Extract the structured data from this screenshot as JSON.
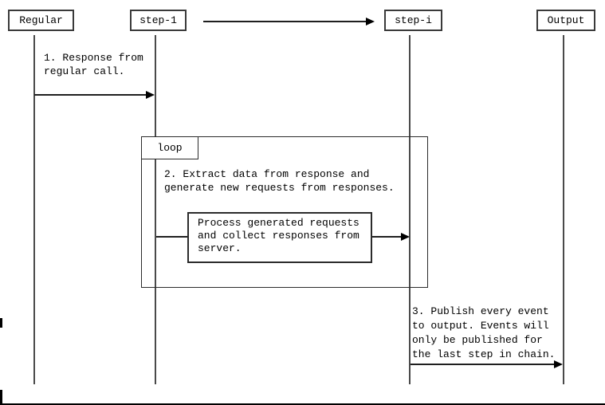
{
  "diagram": {
    "type": "sequence-diagram",
    "colors": {
      "background": "#ffffff",
      "line": "#2b2b2b",
      "text": "#000000"
    },
    "actors": [
      {
        "label": "Regular"
      },
      {
        "label": "step-1"
      },
      {
        "label": "step-i"
      },
      {
        "label": "Output"
      }
    ],
    "loop": {
      "label": "loop"
    },
    "process_box": {
      "text": "Process generated requests\nand collect responses from\nserver.",
      "from": "step-1",
      "to": "step-i"
    },
    "messages": {
      "msg1": {
        "text": "1. Response from\nregular call.",
        "from": "Regular",
        "to": "step-1"
      },
      "msg2": {
        "text": "2. Extract data from response and\ngenerate new requests from responses."
      },
      "msg3": {
        "text": "3. Publish every event\nto output. Events will\nonly be published for\nthe last step in chain.",
        "from": "step-i",
        "to": "Output"
      }
    }
  }
}
